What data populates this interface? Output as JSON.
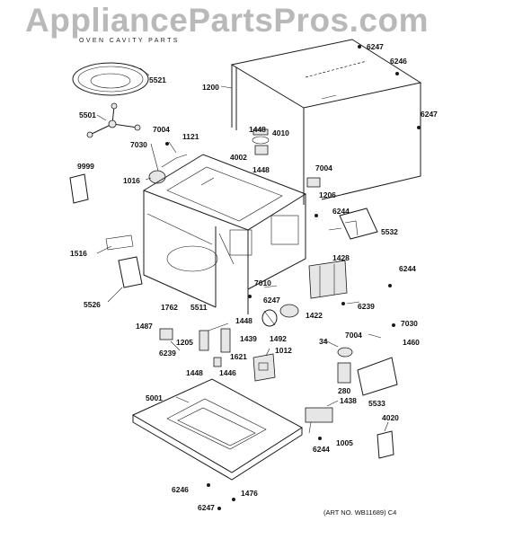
{
  "watermark": "AppliancePartsPros.com",
  "subtitle": "OVEN CAVITY PARTS",
  "art_no": "(ART NO. WB11689) C4",
  "labels": {
    "p6247a": "6247",
    "p6246a": "6246",
    "p5521": "5521",
    "p1200": "1200",
    "p6247b": "6247",
    "p5501": "5501",
    "p7004a": "7004",
    "p1121": "1121",
    "p1448a": "1448",
    "p4010": "4010",
    "p7030a": "7030",
    "p4002": "4002",
    "p1448b": "1448",
    "p9999": "9999",
    "p7004b": "7004",
    "p1016": "1016",
    "p1206": "1206",
    "p6244a": "6244",
    "p5532": "5532",
    "p1516": "1516",
    "p1428": "1428",
    "p6244b": "6244",
    "p5526": "5526",
    "p7010": "7010",
    "p6247c": "6247",
    "p6239a": "6239",
    "p1762": "1762",
    "p5511": "5511",
    "p1448c": "1448",
    "p1422": "1422",
    "p1487": "1487",
    "p1205": "1205",
    "p1439": "1439",
    "p1492": "1492",
    "p7030b": "7030",
    "p7004c": "7004",
    "p34": "34",
    "p1460": "1460",
    "p6239b": "6239",
    "p1012": "1012",
    "p1621": "1621",
    "p1448d": "1448",
    "p1446": "1446",
    "p280": "280",
    "p5533": "5533",
    "p5001": "5001",
    "p1438": "1438",
    "p4020": "4020",
    "p6244c": "6244",
    "p1005": "1005",
    "p6246b": "6246",
    "p1476": "1476",
    "p6247d": "6247"
  }
}
